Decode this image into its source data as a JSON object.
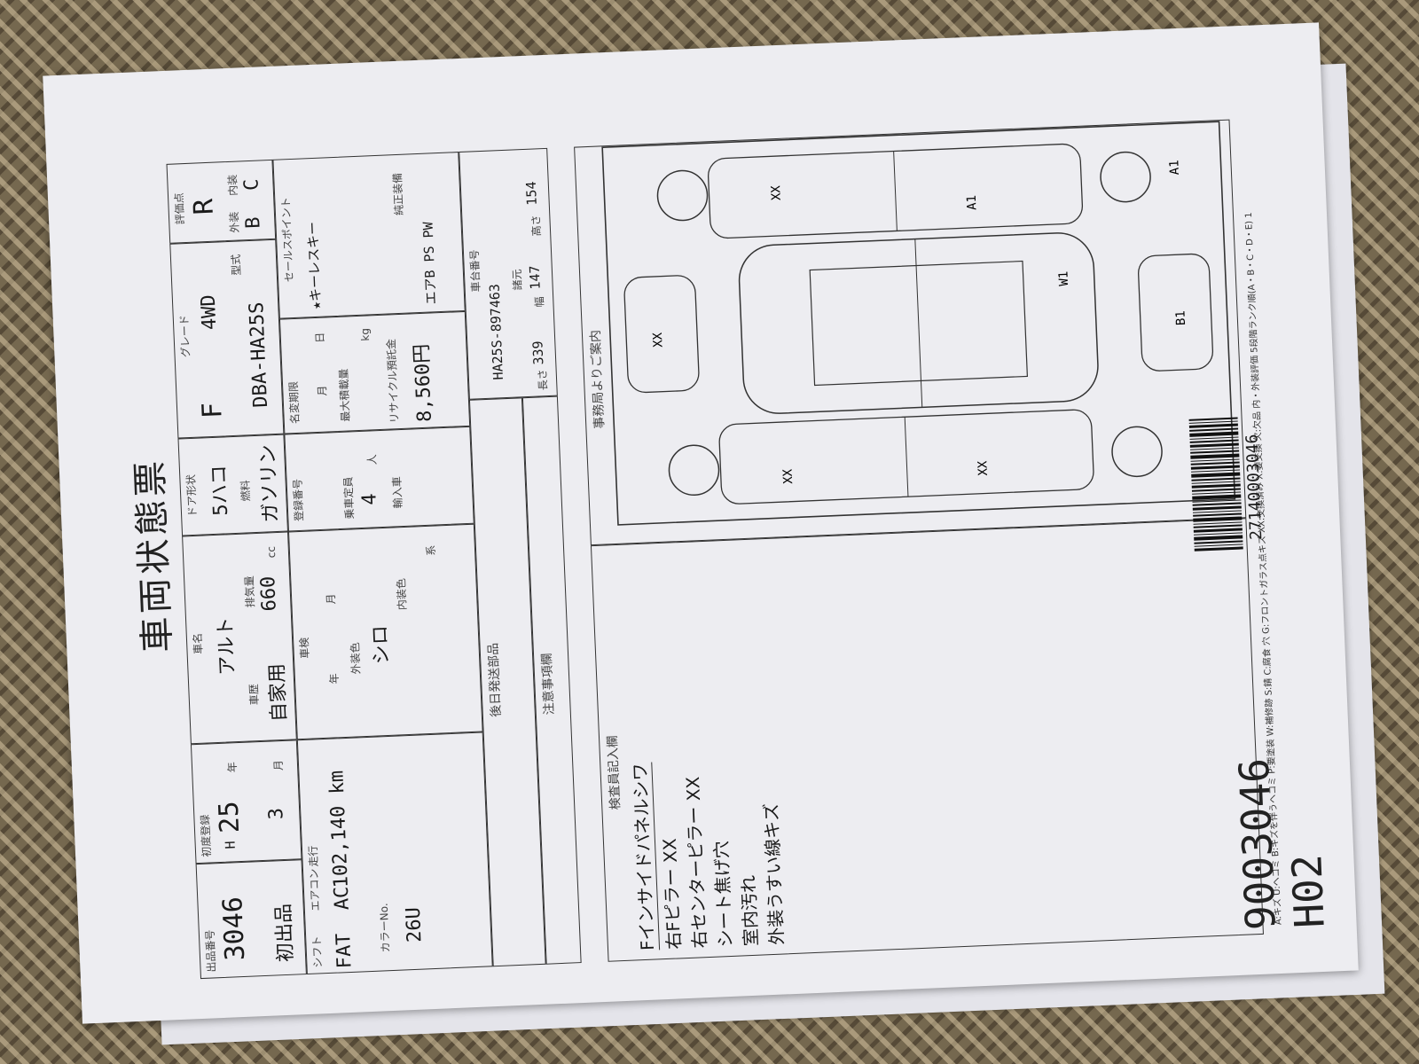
{
  "title": "車両状態票",
  "top_row": {
    "lot_label": "出品番号",
    "lot": "3046",
    "listed": "初出品",
    "reg_label": "初度登録",
    "era": "H",
    "year": "25",
    "year_unit": "年",
    "month": "3",
    "month_unit": "月",
    "name_label": "車名",
    "name": "アルト",
    "use_label": "車歴",
    "use": "自家用",
    "door_label": "ドア形状",
    "door": "5ハコ",
    "disp_label": "排気量",
    "disp": "660",
    "disp_unit": "cc",
    "fuel_label": "燃料",
    "fuel": "ガソリン",
    "grade_label": "グレード",
    "grade_letter": "F",
    "grade": "4WD",
    "model_label": "型式",
    "model": "DBA-HA25S",
    "score_label": "評価点",
    "score": "R",
    "ext_label": "外装",
    "ext": "B",
    "int_label": "内装",
    "int": "C"
  },
  "second_row": {
    "shift_label": "シフト",
    "shift": "FAT",
    "ac_label": "エアコン",
    "ac": "AC",
    "mileage_label": "走行",
    "mileage": "102,140 km",
    "inspect_label": "車検",
    "inspect_year": "年",
    "inspect_month": "月",
    "color_label": "外装色",
    "color": "シロ",
    "color_no_label": "カラーNo.",
    "color_no": "26U",
    "int_color_label": "内装色",
    "int_color_unit": "系",
    "reg_no_label": "登録番号",
    "seats_label": "乗車定員",
    "seats": "4",
    "seats_unit": "人",
    "import_label": "輸入車",
    "name_change_label": "名変期限",
    "nc_month": "月",
    "nc_day": "日",
    "load_label": "最大積載量",
    "load_unit": "kg",
    "recycle_label": "リサイクル預託金",
    "recycle": "8,560円",
    "sales_point_label": "セールスポイント",
    "sales_point": "★キーレスキー",
    "equip_label": "純正装備",
    "equip": "エアB PS PW",
    "chassis_label": "車台番号",
    "chassis": "HA25S-897463",
    "spec_label": "諸元",
    "len_label": "長さ",
    "len": "339",
    "width_label": "幅",
    "width": "147",
    "height_label": "高さ",
    "height": "154"
  },
  "later_parts_label": "後日発送部品",
  "notes_label": "注意事項欄",
  "inspector_label": "検査員記入欄",
  "inspector_notes": [
    "Fインサイドパネルシワ",
    "右Fピラー XX",
    "右センターピラー XX",
    "シート焦げ穴",
    "室内汚れ",
    "外装うすい線キズ"
  ],
  "office_label": "事務局よりご案内",
  "diagram_marks": [
    "XX",
    "XX",
    "XX",
    "XX",
    "W1",
    "A1",
    "B1",
    "A1"
  ],
  "legend": "A:キズ U:ヘコミ B:キズを伴うヘコミ P:要塗装 W:補修跡 S:錆 C:腐食 穴 G:フロントガラス点キズ XX:交換済み X:要交換 欠:欠品 内・外装評価 5段階ランク順(A・B・C・D・E) 1",
  "right": {
    "id": "9003046",
    "code": "H02",
    "barcode_number": "27140003046"
  },
  "colors": {
    "paper": "#ededf1",
    "ink": "#1a1a1a",
    "carpet": "#75684f"
  }
}
